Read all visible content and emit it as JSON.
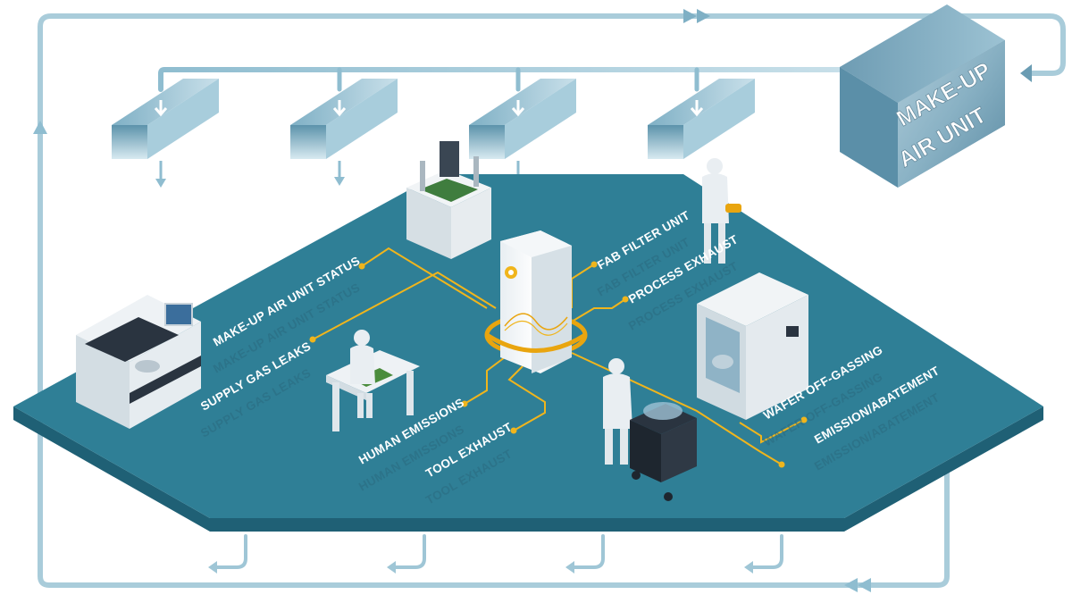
{
  "unit": {
    "line1": "MAKE-UP",
    "line2": "AIR UNIT"
  },
  "labels": {
    "make_up_air_unit_status": "MAKE-UP AIR UNIT STATUS",
    "supply_gas_leaks": "SUPPLY GAS LEAKS",
    "human_emissions": "HUMAN EMISSIONS",
    "tool_exhaust": "TOOL EXHAUST",
    "fab_filter_unit": "FAB FILTER UNIT",
    "process_exhaust": "PROCESS EXHAUST",
    "wafer_off_gassing": "WAFER OFF-GASSING",
    "emission_abatement": "EMISSION/ABATEMENT"
  },
  "colors": {
    "floor": "#2f7f96",
    "floor_edge": "#1f6075",
    "duct": "#9fc6d6",
    "connector": "#f0b51c",
    "accent_gold": "#e9a50f"
  }
}
